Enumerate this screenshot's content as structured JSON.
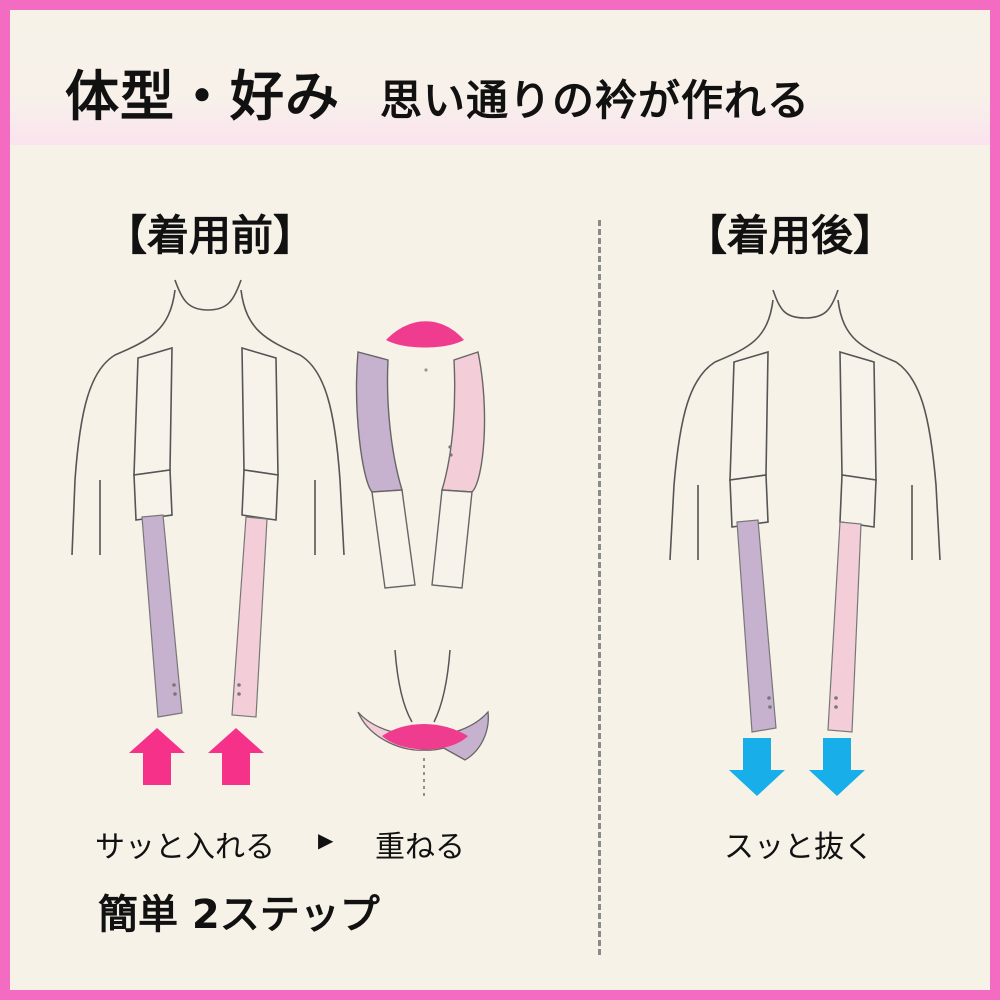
{
  "headline": {
    "main": "体型・好み",
    "sub": "思い通りの衿が作れる"
  },
  "before": {
    "title": "【着用前】",
    "step1_caption": "サッと入れる",
    "arrow_marker": "▶",
    "step2_caption": "重ねる",
    "steps_label": "簡単 2ステップ"
  },
  "after": {
    "title": "【着用後】",
    "caption": "スッと抜く"
  },
  "colors": {
    "frame": "#f36cc1",
    "background": "#f6f2e8",
    "lavender_panel": "#c6b1cf",
    "pink_panel": "#f3cdd7",
    "magenta_arrow": "#f6318a",
    "blue_arrow": "#18aee9"
  }
}
